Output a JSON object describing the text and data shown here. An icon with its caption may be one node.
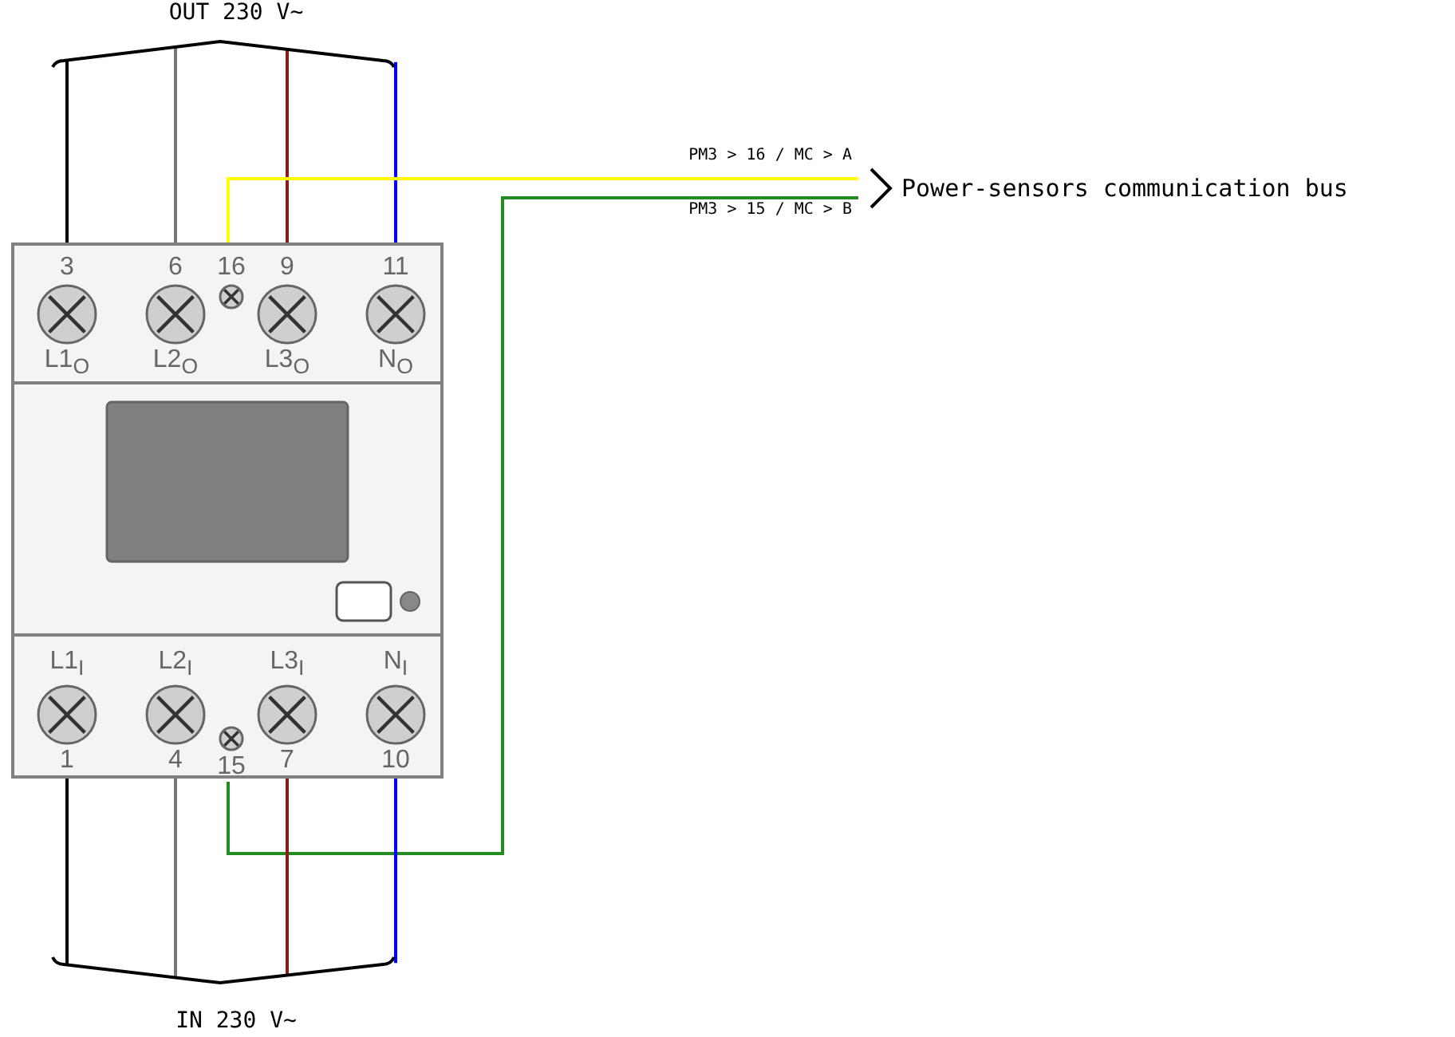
{
  "diagram": {
    "nodes": [
      {
        "text": [
          "OUT 230 V~"
        ]
      },
      {
        "text": [],
        "shape": "box"
      },
      {
        "text": [
          "3",
          "L1$_{O}$"
        ],
        "in": 1
      },
      {
        "text": [
          "6",
          "L2$_{O}$"
        ],
        "in": 1
      },
      {
        "text": [
          "16"
        ],
        "in": 1
      },
      {
        "text": [
          "9",
          "L3$_{O}$"
        ],
        "in": 1
      },
      {
        "text": [
          "11",
          "N$_{O}$"
        ],
        "in": 1
      },
      {
        "text": [
          "L1$_{I}$",
          "1"
        ],
        "in": 1
      },
      {
        "text": [
          "L2$_{I}$",
          "4"
        ],
        "in": 1
      },
      {
        "text": [
          "15"
        ],
        "in": 1
      },
      {
        "text": [
          "L3$_{I}$",
          "7"
        ],
        "in": 1
      },
      {
        "text": [
          "N$_{I}$",
          "10"
        ],
        "in": 1
      },
      {
        "text": [
          "Power-sensors communication bus"
        ]
      },
      {
        "text": [
          "IN 230 V~"
        ]
      }
    ],
    "edges": [
      {
        "from": 2,
        "to": 0,
        "arrow": "none",
        "color": "#000000"
      },
      {
        "from": 3,
        "to": 0,
        "arrow": "none",
        "color": "#777777"
      },
      {
        "from": 5,
        "to": 0,
        "arrow": "none",
        "color": "#8b1a1a"
      },
      {
        "from": 6,
        "to": 0,
        "arrow": "none",
        "color": "#0000ff"
      },
      {
        "from": 4,
        "to": 12,
        "arrow": "none",
        "color": "#ffff00",
        "label": "PM3 > 16 / MC > A"
      },
      {
        "from": 9,
        "to": 12,
        "arrow": "none",
        "color": "#228b22",
        "label": "PM3 > 15 / MC > B"
      },
      {
        "from": 7,
        "to": 13,
        "arrow": "none",
        "color": "#000000"
      },
      {
        "from": 8,
        "to": 13,
        "arrow": "none",
        "color": "#777777"
      },
      {
        "from": 10,
        "to": 13,
        "arrow": "none",
        "color": "#8b1a1a"
      },
      {
        "from": 11,
        "to": 13,
        "arrow": "none",
        "color": "#0000ff"
      }
    ]
  }
}
